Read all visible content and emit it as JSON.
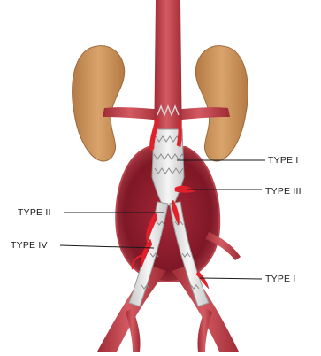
{
  "labels": {
    "type_i_upper": "TYPE I",
    "type_iii": "TYPE III",
    "type_ii": "TYPE II",
    "type_iv": "TYPE IV",
    "type_i_lower": "TYPE I"
  },
  "colors": {
    "kidney": "#c9915a",
    "artery": "#c2404a",
    "aneurysm": "#8f1c2a",
    "stent_graft": "#ececec",
    "endoleak": "#e0202a",
    "leader_line": "#1a1a1a"
  }
}
